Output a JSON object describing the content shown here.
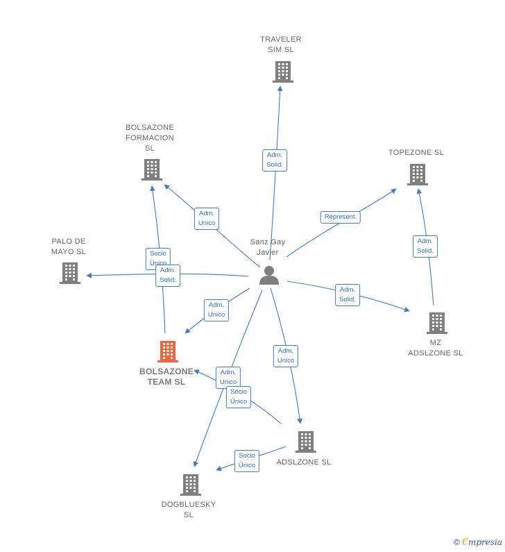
{
  "person": {
    "name": "Sanz Gay\nJavier"
  },
  "companies": {
    "traveler": "TRAVELER\nSIM  SL",
    "bolsazone_formacion": "BOLSAZONE\nFORMACION\nSL",
    "topezone": "TOPEZONE  SL",
    "palo_de_mayo": "PALO DE\nMAYO  SL",
    "bolsazone_team": "BOLSAZONE\nTEAM  SL",
    "mz_adslzone": "MZ\nADSLZONE SL",
    "adslzone": "ADSLZONE SL",
    "dogbluesky": "DOGBLUESKY\nSL"
  },
  "relations": {
    "traveler": "Adm.\nSolid.",
    "bolsazone_formacion": "Adm.\nUnico",
    "topezone": "Represent.",
    "mz_topezone": "Adm.\nSolid.",
    "formacion_socio": "Socio\nÚnico",
    "palo": "Adm.\nSolid.",
    "team": "Adm.\nUnico",
    "mz_adslzone": "Adm.\nSolid.",
    "adslzone": "Adm.\nUnico",
    "dogbluesky": "Adm.\nUnico",
    "adslzone_team": "Socio\nÚnico",
    "adslzone_dog": "Socio\nÚnico"
  },
  "colors": {
    "edge": "#3a7bd5",
    "building": "#7f7f7f",
    "focus": "#f0643c"
  },
  "footer": {
    "copyright": "©",
    "brand_e": "€",
    "brand_text": "mpresia"
  }
}
